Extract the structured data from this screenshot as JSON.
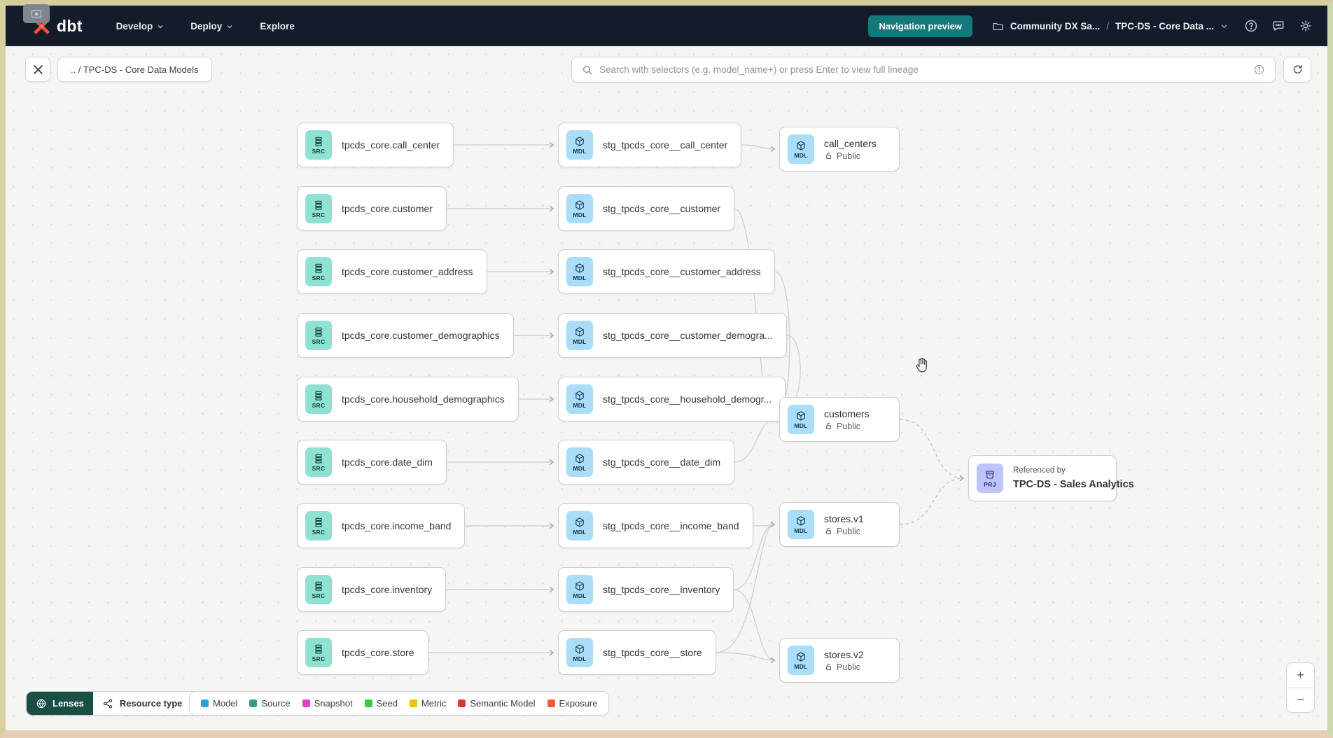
{
  "navbar": {
    "logo": "dbt",
    "menu": [
      {
        "label": "Develop",
        "has_chevron": true
      },
      {
        "label": "Deploy",
        "has_chevron": true
      },
      {
        "label": "Explore",
        "has_chevron": false
      }
    ],
    "preview_button": "Navigation preview",
    "breadcrumb_project": "Community DX Sa...",
    "breadcrumb_separator": "/",
    "breadcrumb_page": "TPC-DS - Core Data ..."
  },
  "toolbar": {
    "path_chip": ".. / TPC-DS - Core Data Models",
    "search_placeholder": "Search with selectors (e.g. model_name+) or press Enter to view full lineage"
  },
  "graph": {
    "source_badge": "SRC",
    "model_badge": "MDL",
    "project_badge": "PRJ",
    "sources": [
      "tpcds_core.call_center",
      "tpcds_core.customer",
      "tpcds_core.customer_address",
      "tpcds_core.customer_demographics",
      "tpcds_core.household_demographics",
      "tpcds_core.date_dim",
      "tpcds_core.income_band",
      "tpcds_core.inventory",
      "tpcds_core.store"
    ],
    "staging": [
      "stg_tpcds_core__call_center",
      "stg_tpcds_core__customer",
      "stg_tpcds_core__customer_address",
      "stg_tpcds_core__customer_demogra...",
      "stg_tpcds_core__household_demogr...",
      "stg_tpcds_core__date_dim",
      "stg_tpcds_core__income_band",
      "stg_tpcds_core__inventory",
      "stg_tpcds_core__store"
    ],
    "marts": [
      {
        "name": "call_centers",
        "access": "Public"
      },
      {
        "name": "customers",
        "access": "Public"
      },
      {
        "name": "stores.v1",
        "access": "Public"
      },
      {
        "name": "stores.v2",
        "access": "Public"
      }
    ],
    "project_node": {
      "caption": "Referenced by",
      "name": "TPC-DS - Sales Analytics"
    },
    "edges": [
      [
        "src-0",
        "stg-0"
      ],
      [
        "src-1",
        "stg-1"
      ],
      [
        "src-2",
        "stg-2"
      ],
      [
        "src-3",
        "stg-3"
      ],
      [
        "src-4",
        "stg-4"
      ],
      [
        "src-5",
        "stg-5"
      ],
      [
        "src-6",
        "stg-6"
      ],
      [
        "src-7",
        "stg-7"
      ],
      [
        "src-8",
        "stg-8"
      ],
      [
        "stg-0",
        "mart-0"
      ],
      [
        "stg-1",
        "mart-1"
      ],
      [
        "stg-2",
        "mart-1"
      ],
      [
        "stg-3",
        "mart-1"
      ],
      [
        "stg-4",
        "mart-1"
      ],
      [
        "stg-5",
        "mart-1"
      ],
      [
        "stg-6",
        "mart-2"
      ],
      [
        "stg-7",
        "mart-2"
      ],
      [
        "stg-8",
        "mart-2"
      ],
      [
        "stg-7",
        "mart-3"
      ],
      [
        "stg-8",
        "mart-3"
      ]
    ],
    "dashed_edges": [
      [
        "mart-1",
        "prj"
      ],
      [
        "mart-2",
        "prj"
      ]
    ]
  },
  "footer": {
    "lenses": "Lenses",
    "resource_type": "Resource type",
    "legend": [
      {
        "label": "Model",
        "color": "#2b9fe6"
      },
      {
        "label": "Source",
        "color": "#2f9e8e"
      },
      {
        "label": "Snapshot",
        "color": "#df3fc9"
      },
      {
        "label": "Seed",
        "color": "#35cc49"
      },
      {
        "label": "Metric",
        "color": "#edc400"
      },
      {
        "label": "Semantic Model",
        "color": "#df3434"
      },
      {
        "label": "Exposure",
        "color": "#f1593a"
      }
    ]
  },
  "zoom_controls": {
    "zoom_in": "+",
    "zoom_out": "−"
  },
  "colors": {
    "navbar_bg": "#141c2b",
    "preview_teal": "#15787a",
    "logo_orange": "#ff4f38",
    "lenses_bg": "#1b4f46",
    "src_badge": "#8fe2d2",
    "mdl_badge": "#a9ddf8",
    "prj_badge": "#bdc4f8",
    "edge": "#c8ccd1"
  }
}
